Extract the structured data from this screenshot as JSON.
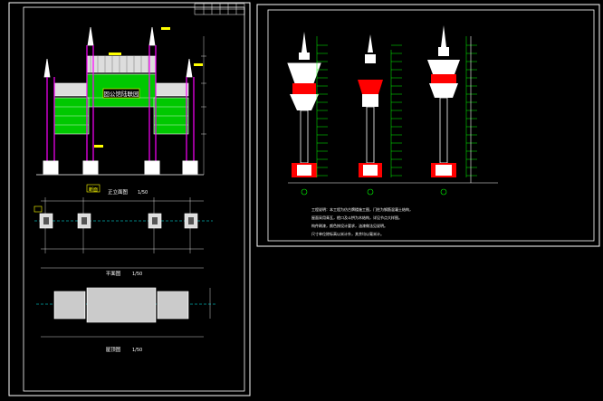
{
  "drawing": {
    "sheet_left": {
      "elevation_title": "正立面图",
      "elevation_scale": "1/50",
      "plan_title": "平面图",
      "plan_scale": "1/50",
      "roof_title": "屋顶图",
      "roof_scale": "1/50",
      "gate_signboard": "固公馆陆联园",
      "section_tag": "断面"
    },
    "sheet_right": {
      "notes": [
        "工程说明：本工程为仿古牌楼施工图，门柱为钢筋混凝土结构，",
        "屋面采用青瓦，檐口及斗拱为木结构，详见节点大样图。",
        "构件刷漆，颜色按设计要求，油漆做法见说明。",
        "尺寸单位除标高以米计外，其余均以毫米计。"
      ]
    }
  },
  "colors": {
    "background": "#000000",
    "frame": "#ffffff",
    "green": "#00ff00",
    "magenta": "#ff00ff",
    "red": "#ff0000",
    "yellow": "#ffff00",
    "cyan": "#00ffff"
  }
}
